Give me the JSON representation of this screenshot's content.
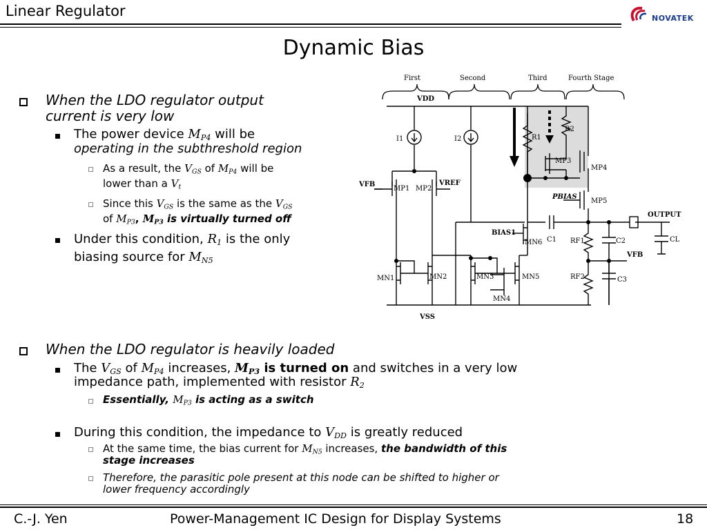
{
  "header": {
    "title": "Linear Regulator",
    "logo_text": "NOVATEK"
  },
  "slide_title": "Dynamic Bias",
  "section1": {
    "heading_l1": "When the LDO regulator output",
    "heading_l2": "current is very low",
    "b1_pre": "The power device ",
    "b1_sym": "M",
    "b1_sub": "P4",
    "b1_post": " will be",
    "b1_l2": "operating in the subthreshold region",
    "s1_a": "As a result, the ",
    "s1_vgs": "V",
    "s1_vgs_sub": "GS",
    "s1_b": " of ",
    "s1_m": "M",
    "s1_m_sub": "P4",
    "s1_c": " will be",
    "s1_l2a": "lower than a ",
    "s1_vt": "V",
    "s1_vt_sub": "t",
    "s2_a": "Since this ",
    "s2_vgs": "V",
    "s2_vgs_sub": "GS",
    "s2_b": " is the same as the ",
    "s2_vgs2": "V",
    "s2_vgs2_sub": "GS",
    "s2_l2a": "of ",
    "s2_m1": "M",
    "s2_m1_sub": "P3",
    "s2_comma": ", ",
    "s2_m2": "M",
    "s2_m2_sub": "P3",
    "s2_l2b": " is virtually turned off",
    "b2_a": "Under this condition, ",
    "b2_r": "R",
    "b2_r_sub": "1",
    "b2_b": " is the only",
    "b2_l2a": "biasing source for ",
    "b2_m": "M",
    "b2_m_sub": "N5"
  },
  "section2": {
    "heading": "When the LDO regulator is heavily loaded",
    "b1_a": "The ",
    "b1_vgs": "V",
    "b1_vgs_sub": "GS",
    "b1_b": " of ",
    "b1_m": "M",
    "b1_m_sub": "P4",
    "b1_c": " increases, ",
    "b1_m2": "M",
    "b1_m2_sub": "P3",
    "b1_d": " is turned on",
    "b1_e": " and switches in a very low",
    "b1_l2a": "impedance path, implemented with resistor ",
    "b1_r": "R",
    "b1_r_sub": "2",
    "s1_a": "Essentially, ",
    "s1_m": "M",
    "s1_m_sub": "P3",
    "s1_b": " is acting as a switch",
    "b2_a": "During this condition, the impedance to ",
    "b2_v": "V",
    "b2_v_sub": "DD",
    "b2_b": " is greatly reduced",
    "s2_a": "At the same time, the bias current for ",
    "s2_m": "M",
    "s2_m_sub": "N5",
    "s2_b": " increases, ",
    "s2_c": "the bandwidth of this",
    "s2_l2": "stage increases",
    "s3_l1": "Therefore, the parasitic pole present at this node can be shifted to higher or",
    "s3_l2": "lower frequency accordingly"
  },
  "circuit": {
    "stage_labels": [
      "First",
      "Second",
      "Third",
      "Fourth Stage"
    ],
    "vdd": "VDD",
    "vss": "VSS",
    "i1": "I1",
    "i2": "I2",
    "vfb_in": "VFB",
    "vref": "VREF",
    "mp1": "MP1",
    "mp2": "MP2",
    "r1": "R1",
    "r2": "R2",
    "mp3": "MP3",
    "mp4": "MP4",
    "pbias": "PBIAS",
    "mp5": "MP5",
    "output": "OUTPUT",
    "bias1": "BIAS1",
    "mn6": "MN6",
    "c1": "C1",
    "rf1": "RF1",
    "c2": "C2",
    "cl": "CL",
    "vfb_out": "VFB",
    "rf2": "RF2",
    "c3": "C3",
    "mn1": "MN1",
    "mn2": "MN2",
    "mn3": "MN3",
    "mn4": "MN4",
    "mn5": "MN5"
  },
  "footer": {
    "author": "C.-J. Yen",
    "course": "Power-Management IC Design for Display Systems",
    "page": "18"
  },
  "colors": {
    "logo_red": "#c8102e",
    "logo_blue": "#1a3c8e",
    "shade": "#dcdcdc"
  }
}
